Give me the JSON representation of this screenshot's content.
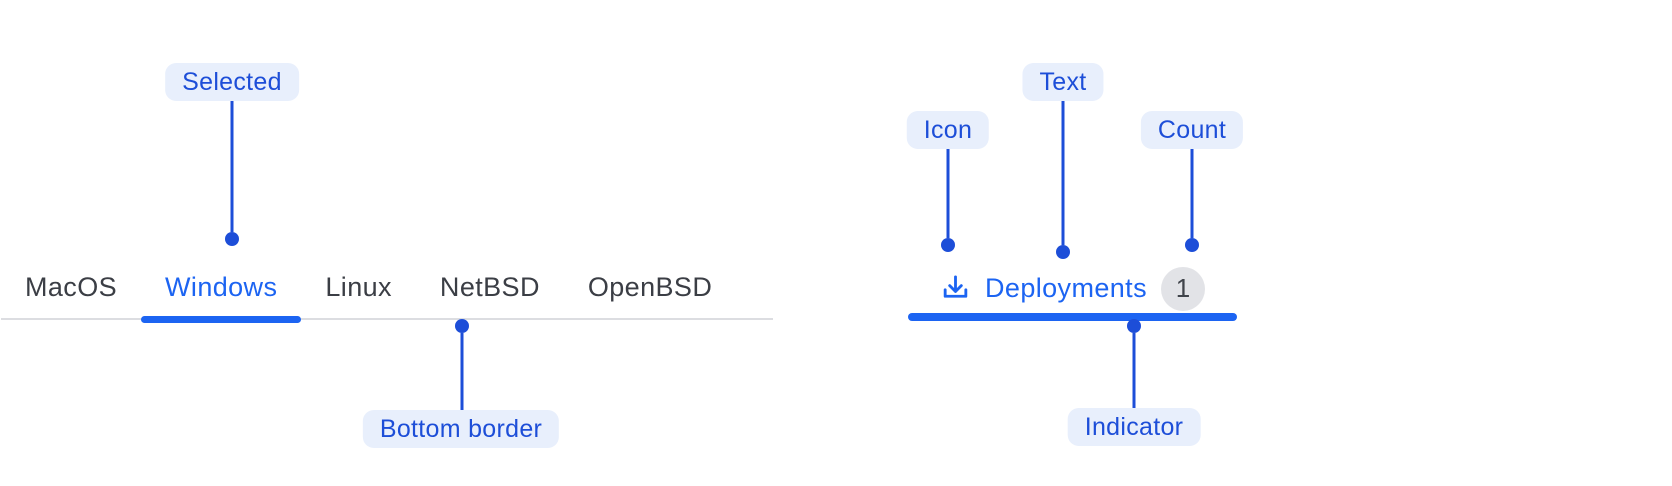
{
  "tabs": {
    "items": [
      {
        "label": "MacOS",
        "selected": false
      },
      {
        "label": "Windows",
        "selected": true
      },
      {
        "label": "Linux",
        "selected": false
      },
      {
        "label": "NetBSD",
        "selected": false
      },
      {
        "label": "OpenBSD",
        "selected": false
      }
    ]
  },
  "deployments_tab": {
    "label": "Deployments",
    "count": "1",
    "icon": "download-icon"
  },
  "annotations": {
    "selected": "Selected",
    "bottom_border": "Bottom border",
    "icon": "Icon",
    "text": "Text",
    "count": "Count",
    "indicator": "Indicator"
  },
  "colors": {
    "tab_accent_blue": "#1c64f2",
    "annotation_blue": "#1d4ed8",
    "annotation_pill_bg": "#e8effc",
    "tab_text_gray": "#3b3e45",
    "border_gray": "#dcdde1",
    "badge_bg_gray": "#e2e3e7"
  }
}
